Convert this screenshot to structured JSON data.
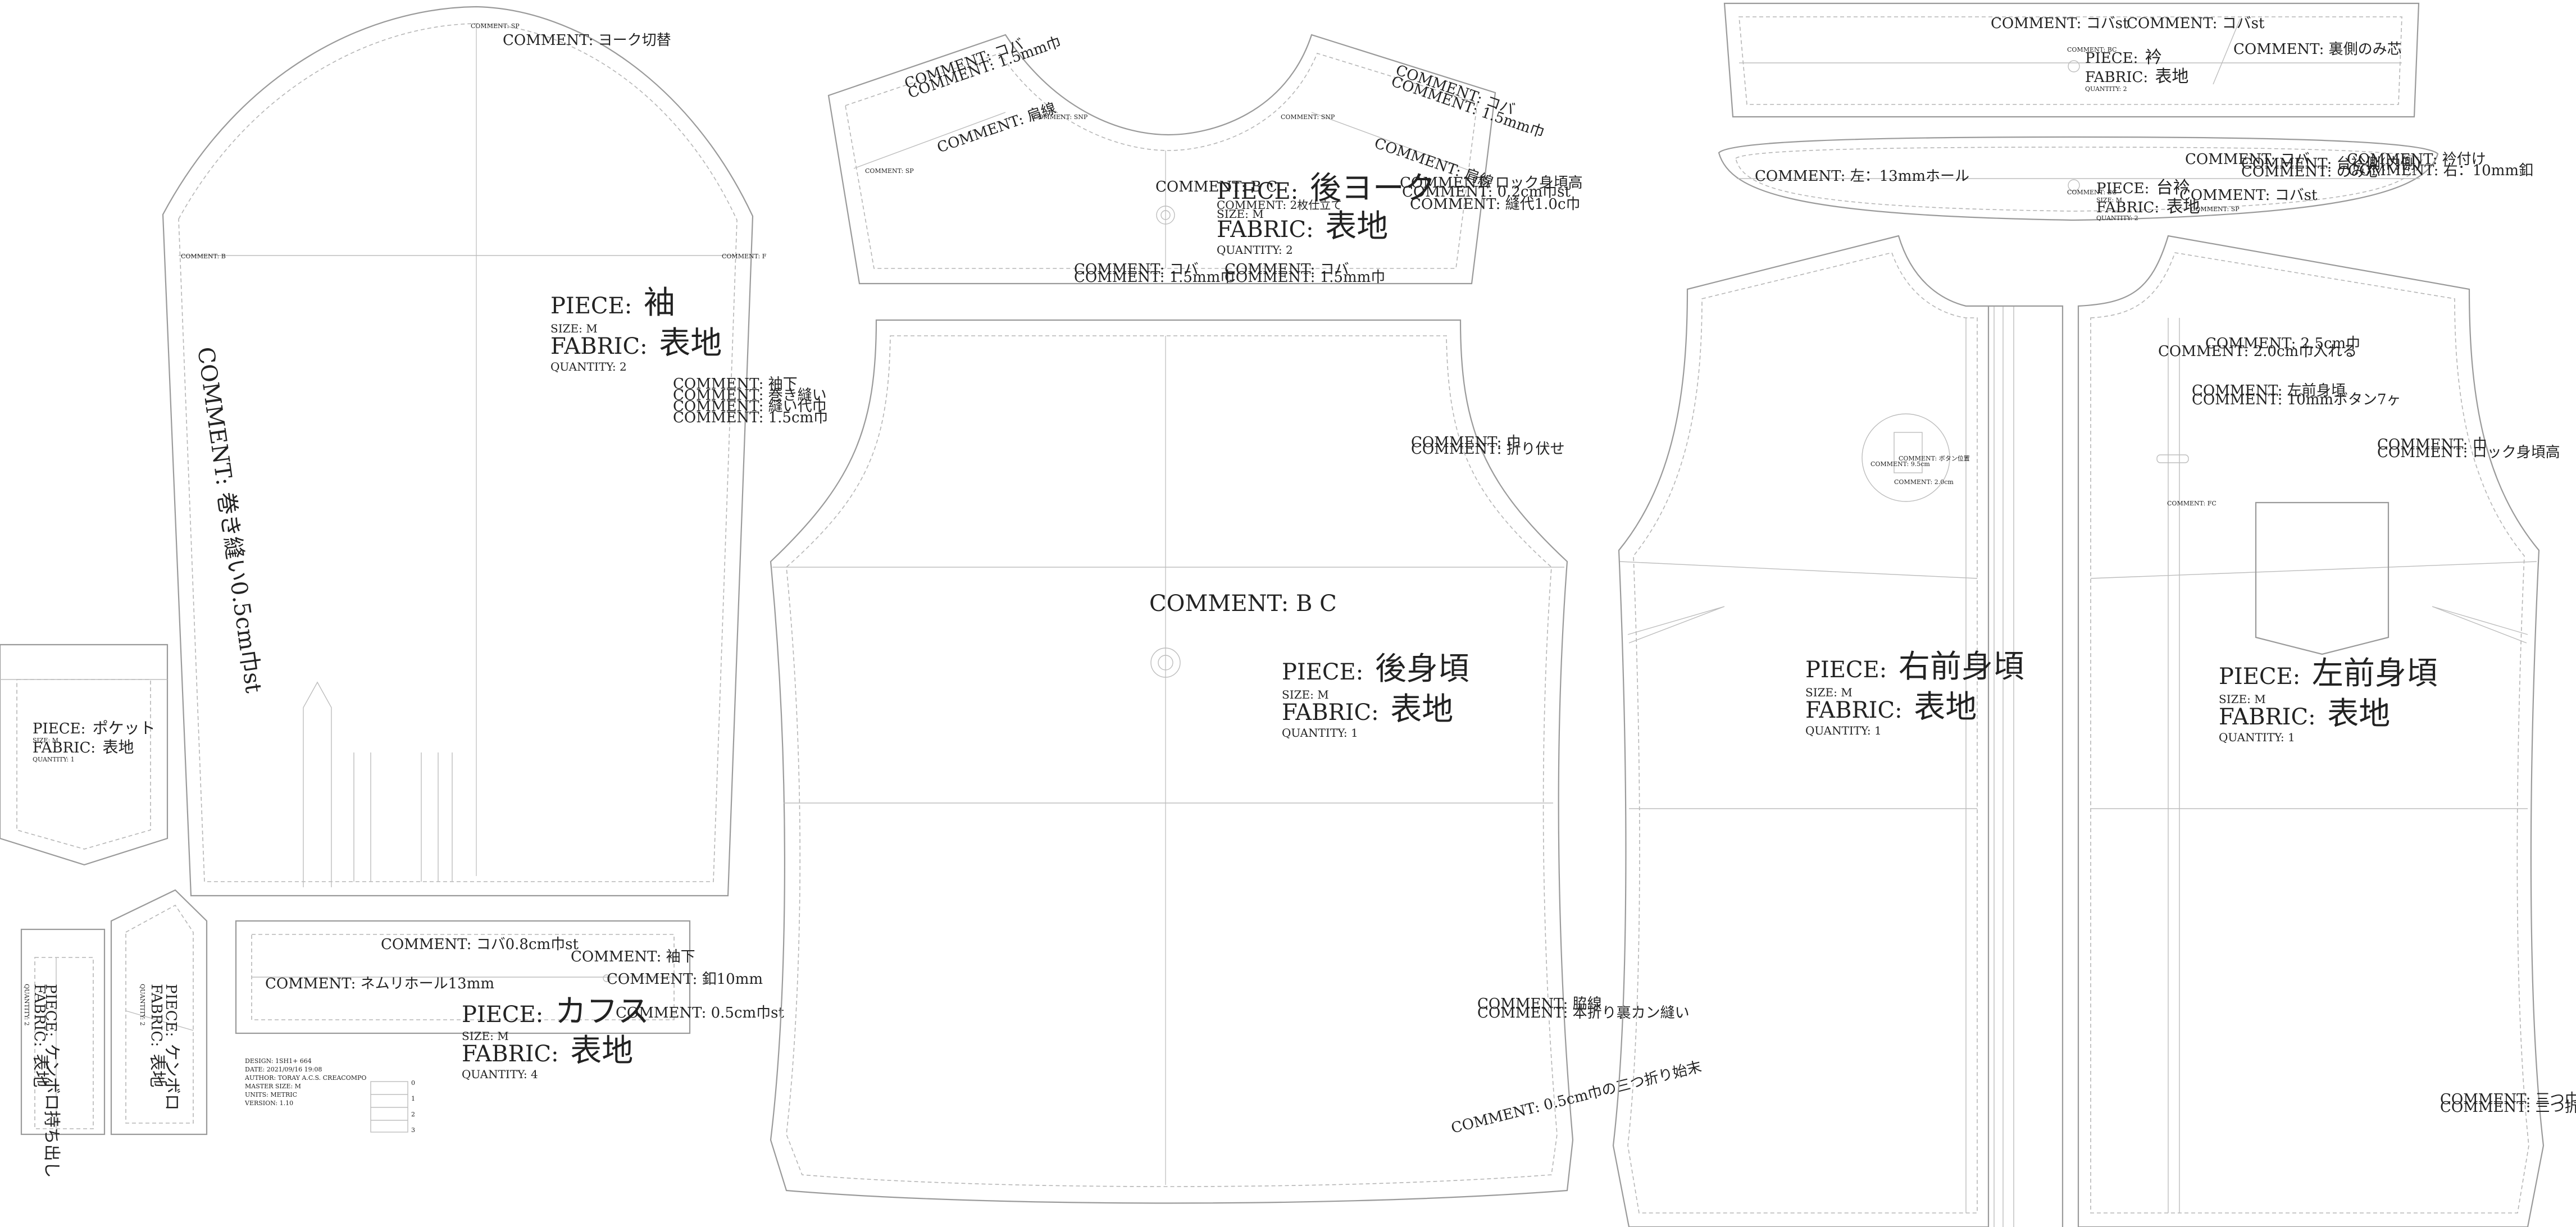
{
  "pieces": {
    "sleeve": {
      "piece_label": "PIECE:",
      "piece_name": "袖",
      "size": "SIZE: M",
      "fabric_label": "FABRIC:",
      "fabric_name": "表地",
      "quantity": "QUANTITY: 2",
      "comment_yoke": "COMMENT: ヨーク切替",
      "comment_roll": "COMMENT: 巻き縫い0.5cm巾st",
      "comment_sp": "COMMENT: SP",
      "comment_b": "COMMENT: B",
      "comment_f": "COMMENT: F",
      "comment_stack": [
        "COMMENT: 袖下",
        "COMMENT: 巻き縫い",
        "COMMENT: 縫い代巾",
        "COMMENT: 1.5cm巾"
      ]
    },
    "back_yoke": {
      "piece_label": "PIECE:",
      "piece_name": "後ヨーク",
      "size": "SIZE: M",
      "fabric_label": "FABRIC:",
      "fabric_name": "表地",
      "quantity": "QUANTITY: 2",
      "comment_bc": "COMMENT: B C",
      "comment_double": "COMMENT: 2枚仕立て",
      "comment_kopa_l": [
        "COMMENT: コバ",
        "COMMENT: 1.5mm巾"
      ],
      "comment_kopa_r": [
        "COMMENT: コバ",
        "COMMENT: 1.5mm巾"
      ],
      "comment_shoulder_l": "COMMENT: 肩線",
      "comment_shoulder_r": "COMMENT: 肩線",
      "comment_lock": [
        "COMMENT: ロック身頃高",
        "COMMENT: 0.2cm巾st",
        "COMMENT: 縫代1.0c巾"
      ],
      "comment_kopa_bl": [
        "COMMENT: コバ",
        "COMMENT: 1.5mm巾"
      ],
      "comment_kopa_br": [
        "COMMENT: コバ",
        "COMMENT: 1.5mm巾"
      ],
      "comment_snp_l": "COMMENT: SNP",
      "comment_snp_r": "COMMENT: SNP",
      "comment_sp": "COMMENT: SP"
    },
    "back_body": {
      "piece_label": "PIECE:",
      "piece_name": "後身頃",
      "size": "SIZE: M",
      "fabric_label": "FABRIC:",
      "fabric_name": "表地",
      "quantity": "QUANTITY: 1",
      "comment_bc": "COMMENT: B C",
      "comment_fold": [
        "COMMENT: 巾",
        "COMMENT: 折り伏せ"
      ],
      "comment_side": [
        "COMMENT: 脇線",
        "COMMENT: 本折り裏カン縫い"
      ],
      "comment_hem": "COMMENT: 0.5cm巾の三つ折り始末"
    },
    "right_front": {
      "piece_label": "PIECE:",
      "piece_name": "右前身頃",
      "size": "SIZE: M",
      "fabric_label": "FABRIC:",
      "fabric_name": "表地",
      "quantity": "QUANTITY: 1",
      "comment_pocket": [
        "COMMENT: ボタン位置",
        "COMMENT: 9.5cm",
        "COMMENT: 2.0cm"
      ]
    },
    "left_front": {
      "piece_label": "PIECE:",
      "piece_name": "左前身頃",
      "size": "SIZE: M",
      "fabric_label": "FABRIC:",
      "fabric_name": "表地",
      "quantity": "QUANTITY: 1",
      "comment_top": [
        "COMMENT: 2.5cm巾",
        "COMMENT: 2.0cm巾入れる"
      ],
      "comment_btn": [
        "COMMENT: 左前身頃",
        "COMMENT: 10mmボタン7ヶ"
      ],
      "comment_lock": [
        "COMMENT: 巾",
        "COMMENT: ロック身頃高"
      ],
      "comment_hem": [
        "COMMENT: 三つ巾",
        "COMMENT: 三つ折り"
      ],
      "comment_fc": "COMMENT: FC"
    },
    "collar": {
      "piece_label": "PIECE:",
      "piece_name": "衿",
      "fabric_label": "FABRIC:",
      "fabric_name": "表地",
      "quantity": "QUANTITY: 2",
      "comment_kopa1": "COMMENT: コバst",
      "comment_kopa2": "COMMENT: コバst",
      "comment_inside": "COMMENT: 裏側のみ芯",
      "comment_bc": "COMMENT: BC"
    },
    "collar_stand": {
      "piece_label": "PIECE:",
      "piece_name": "台衿",
      "size": "SIZE: M",
      "fabric_label": "FABRIC:",
      "fabric_name": "表地",
      "quantity": "QUANTITY: 2",
      "comment_hole": "COMMENT: 左：13mmホール",
      "comment_kopa": "COMMENT: コバ",
      "comment_kopa2": "COMMENT: コバst",
      "comment_stack": [
        "COMMENT: 台衿側(内側)",
        "COMMENT: のみ芯",
        "COMMENT: 衿付け",
        "COMMENT: 右：10mm釦"
      ],
      "comment_sp": "COMMENT: SP",
      "comment_bc": "COMMENT: BC"
    },
    "pocket": {
      "piece_label": "PIECE:",
      "piece_name": "ポケット",
      "size": "SIZE: M",
      "fabric_label": "FABRIC:",
      "fabric_name": "表地",
      "quantity": "QUANTITY: 1"
    },
    "placket_a": {
      "piece_label": "PIECE:",
      "piece_name": "ケンボロ持ち出し",
      "fabric_label": "FABRIC:",
      "fabric_name": "表地",
      "quantity": "QUANTITY: 2"
    },
    "placket_b": {
      "piece_label": "PIECE:",
      "piece_name": "ケンボロ",
      "fabric_label": "FABRIC:",
      "fabric_name": "表地",
      "quantity": "QUANTITY: 2"
    },
    "cuff": {
      "piece_label": "PIECE:",
      "piece_name": "カフス",
      "size": "SIZE: M",
      "fabric_label": "FABRIC:",
      "fabric_name": "表地",
      "quantity": "QUANTITY: 4",
      "comment_kopa": "COMMENT: コバ0.8cm巾st",
      "comment_sleeve": "COMMENT: 袖下",
      "comment_button": "COMMENT: 釦10mm",
      "comment_hole": "COMMENT: ネムリホール13mm",
      "comment_st": "COMMENT: 0.5cm巾st"
    }
  },
  "info_block": {
    "lines": [
      "DESIGN: 1SH1+ 664",
      "DATE: 2021/09/16 19:08",
      "AUTHOR: TORAY A.C.S. CREACOMPO",
      "MASTER SIZE: M",
      "UNITS: METRIC",
      "VERSION: 1.10"
    ],
    "scale_labels": [
      "0",
      "1",
      "2",
      "3"
    ]
  }
}
